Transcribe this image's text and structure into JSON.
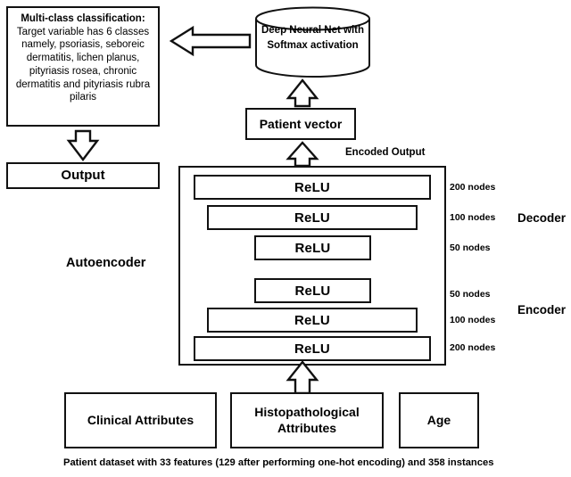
{
  "diagram": {
    "classification": {
      "title": "Multi-class classification:",
      "body": "Target variable has 6 classes namely, psoriasis, seboreic dermatitis, lichen planus, pityriasis rosea, chronic dermatitis and pityriasis rubra pilaris"
    },
    "output_box": {
      "label": "Output"
    },
    "deep_neural_net": {
      "label": "Deep Neural Net with Softmax activation"
    },
    "patient_vector": {
      "label": "Patient vector"
    },
    "encoded_output": {
      "label": "Encoded Output"
    },
    "autoencoder": {
      "label": "Autoencoder",
      "sections": [
        {
          "name": "Decoder"
        },
        {
          "name": "Encoder"
        }
      ],
      "layers": [
        {
          "activation": "ReLU",
          "nodes": "200 nodes",
          "part": "Decoder"
        },
        {
          "activation": "ReLU",
          "nodes": "100 nodes",
          "part": "Decoder"
        },
        {
          "activation": "ReLU",
          "nodes": "50 nodes",
          "part": "Decoder"
        },
        {
          "activation": "ReLU",
          "nodes": "50 nodes",
          "part": "Encoder"
        },
        {
          "activation": "ReLU",
          "nodes": "100 nodes",
          "part": "Encoder"
        },
        {
          "activation": "ReLU",
          "nodes": "200 nodes",
          "part": "Encoder"
        }
      ]
    },
    "inputs": [
      {
        "label": "Clinical Attributes"
      },
      {
        "label": "Histopathological Attributes"
      },
      {
        "label": "Age"
      }
    ],
    "caption": "Patient dataset with 33 features (129 after performing one-hot encoding) and 358 instances",
    "colors": {
      "stroke": "#111111",
      "background": "#ffffff",
      "text": "#000000"
    },
    "icons": {
      "arrow_left": "arrow-left-icon",
      "arrow_down": "arrow-down-icon",
      "arrow_up": "arrow-up-icon",
      "cylinder": "cylinder-icon"
    }
  }
}
